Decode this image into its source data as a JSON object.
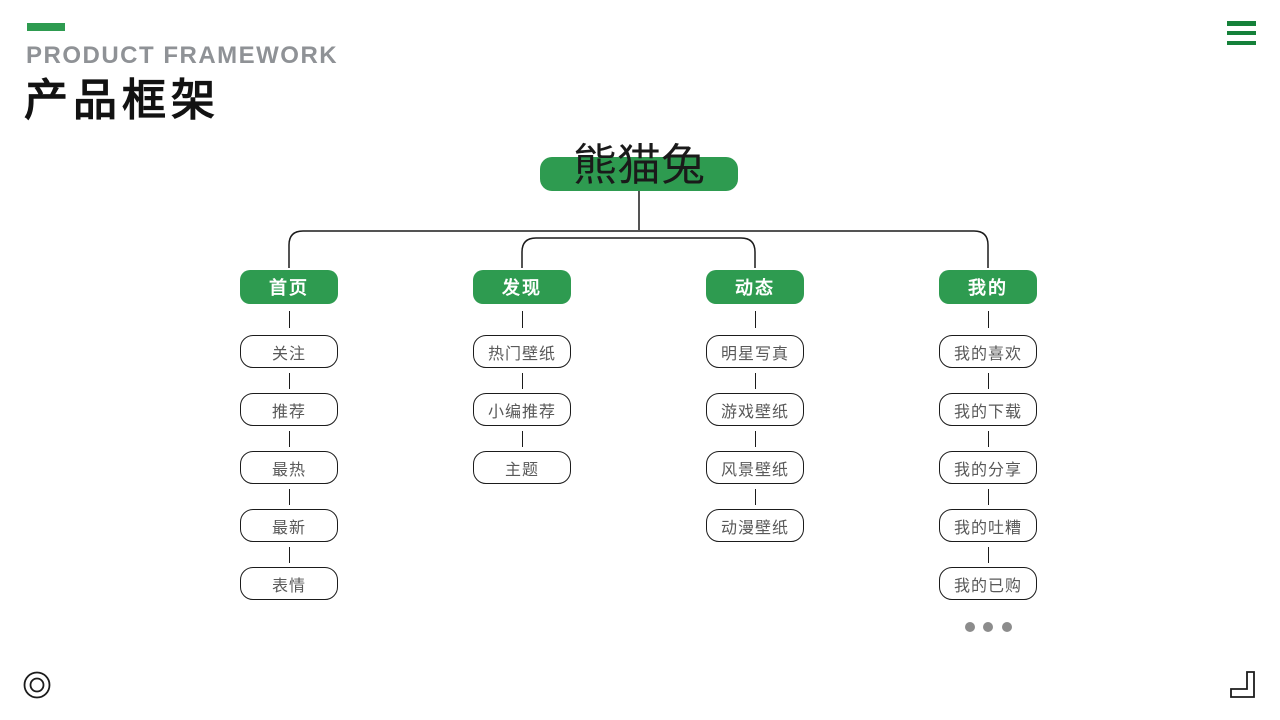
{
  "slide": {
    "eyebrow": "PRODUCT FRAMEWORK",
    "title": "产品框架",
    "accent_color": "#2E9B50",
    "hamburger_color": "#15813A",
    "line_color": "#1B1B1B",
    "child_text_color": "#595959",
    "icons": {
      "top_right": "hamburger-menu-icon",
      "bottom_left": "concentric-circles-icon",
      "bottom_right": "corner-l-icon",
      "under_last_column": "ellipsis-dots-icon"
    }
  },
  "tree": {
    "root": "熊猫兔",
    "columns": [
      {
        "label": "首页",
        "items": [
          "关注",
          "推荐",
          "最热",
          "最新",
          "表情"
        ]
      },
      {
        "label": "发现",
        "items": [
          "热门壁纸",
          "小编推荐",
          "主题"
        ]
      },
      {
        "label": "动态",
        "items": [
          "明星写真",
          "游戏壁纸",
          "风景壁纸",
          "动漫壁纸"
        ]
      },
      {
        "label": "我的",
        "items": [
          "我的喜欢",
          "我的下载",
          "我的分享",
          "我的吐糟",
          "我的已购"
        ],
        "has_more_dots": true
      }
    ]
  }
}
